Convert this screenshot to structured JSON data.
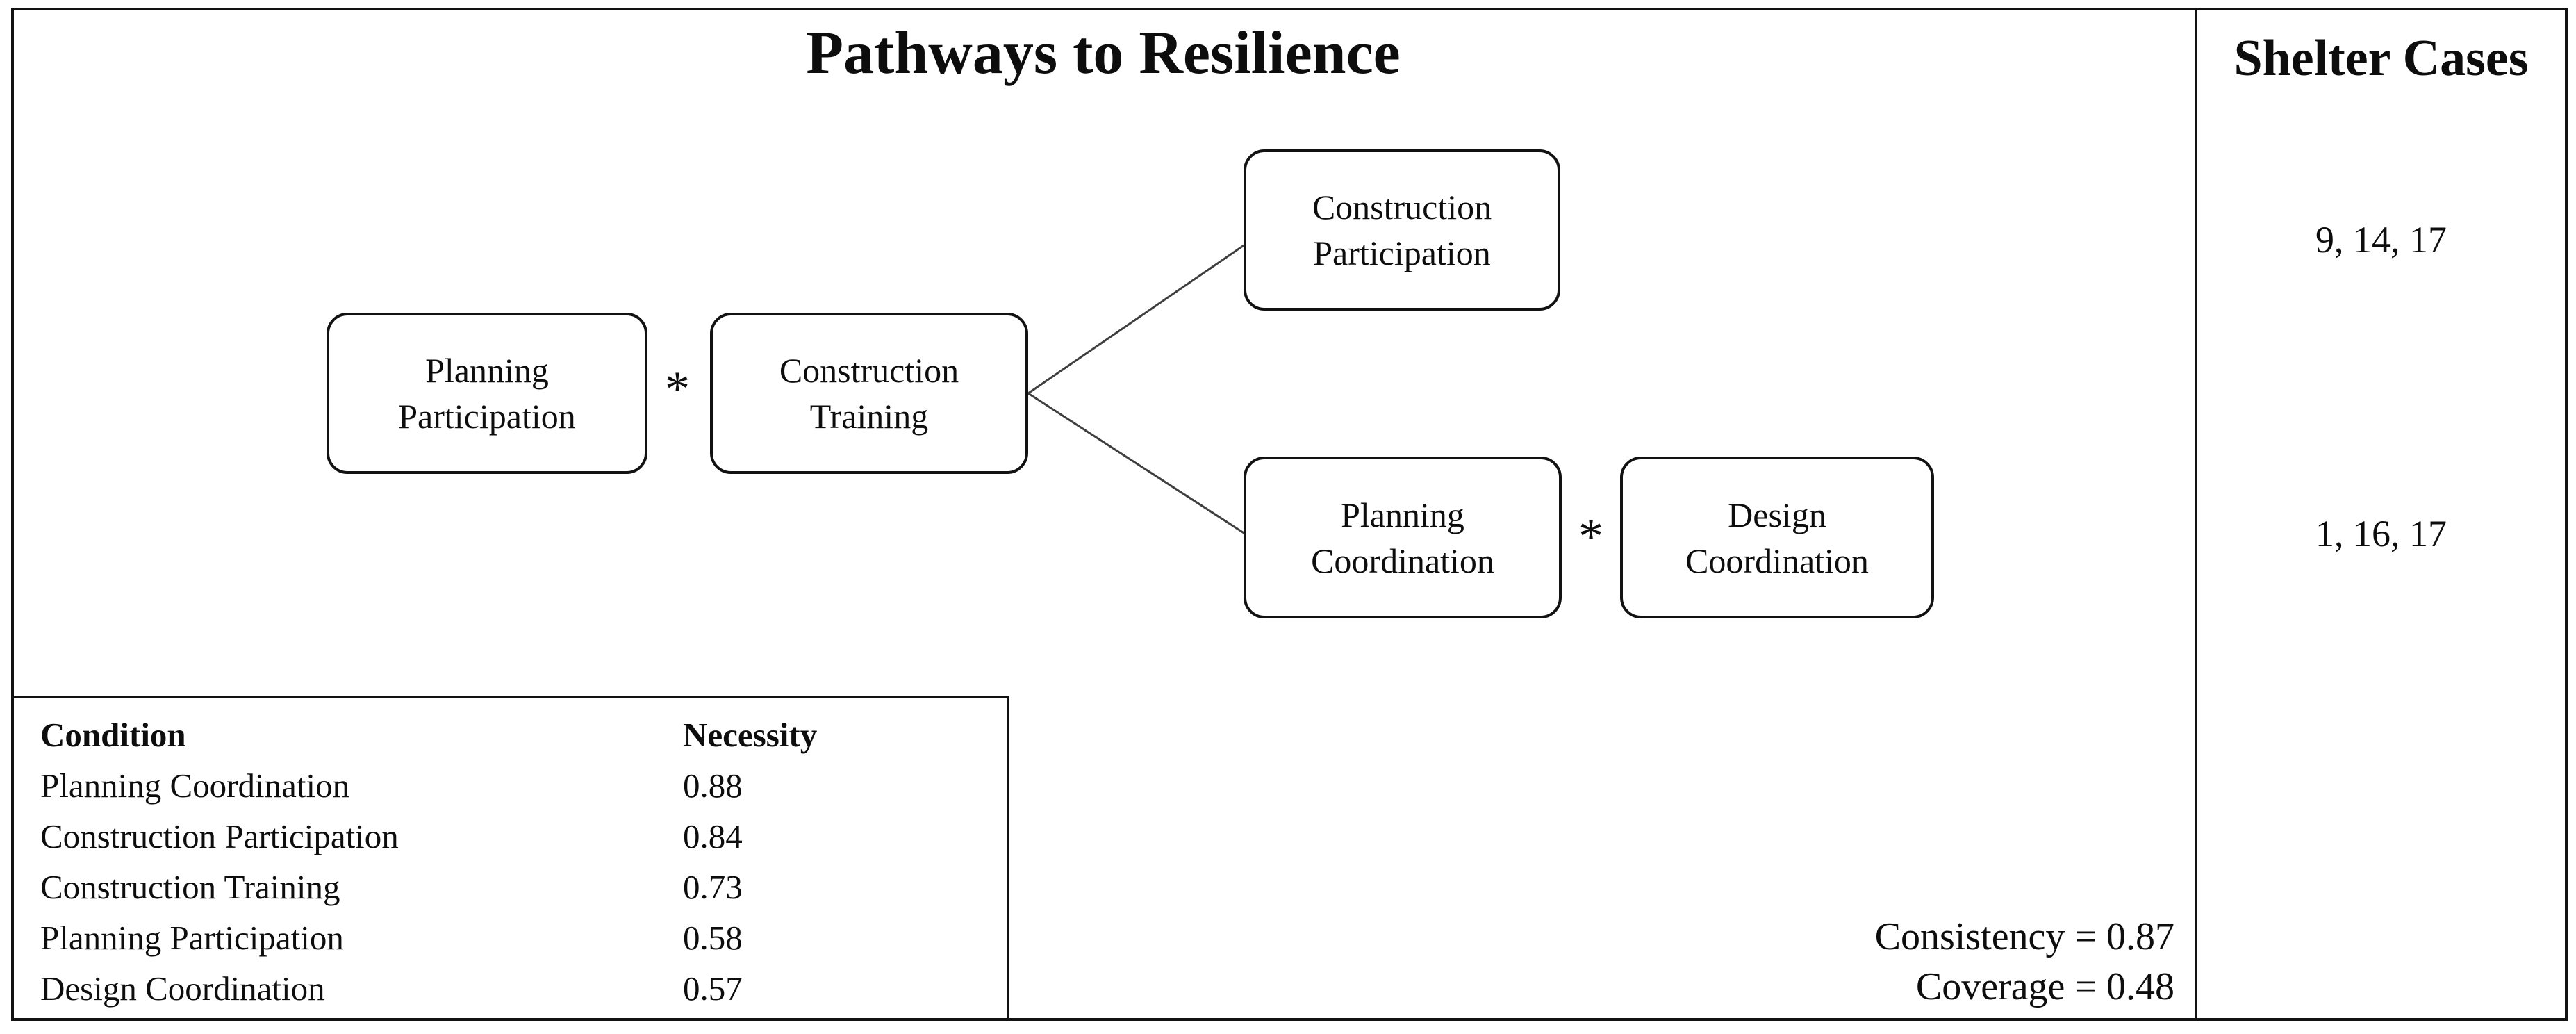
{
  "figure_title": "Pathways to Resilience",
  "cases_panel": {
    "header": "Shelter Cases",
    "pathway_cases": [
      "9, 14, 17",
      "1, 16, 17"
    ]
  },
  "diagram": {
    "operator": "*",
    "nodes": [
      {
        "line1": "Planning",
        "line2": "Participation"
      },
      {
        "line1": "Construction",
        "line2": "Training"
      },
      {
        "line1": "Construction",
        "line2": "Participation"
      },
      {
        "line1": "Planning",
        "line2": "Coordination"
      },
      {
        "line1": "Design",
        "line2": "Coordination"
      }
    ]
  },
  "necessity_table": {
    "col_condition": "Condition",
    "col_necessity": "Necessity",
    "rows": [
      {
        "condition": "Planning Coordination",
        "necessity": "0.88"
      },
      {
        "condition": "Construction Participation",
        "necessity": "0.84"
      },
      {
        "condition": "Construction Training",
        "necessity": "0.73"
      },
      {
        "condition": "Planning Participation",
        "necessity": "0.58"
      },
      {
        "condition": "Design Coordination",
        "necessity": "0.57"
      }
    ]
  },
  "solution_stats": {
    "consistency": "Consistency = 0.87",
    "coverage": "Coverage = 0.48"
  }
}
